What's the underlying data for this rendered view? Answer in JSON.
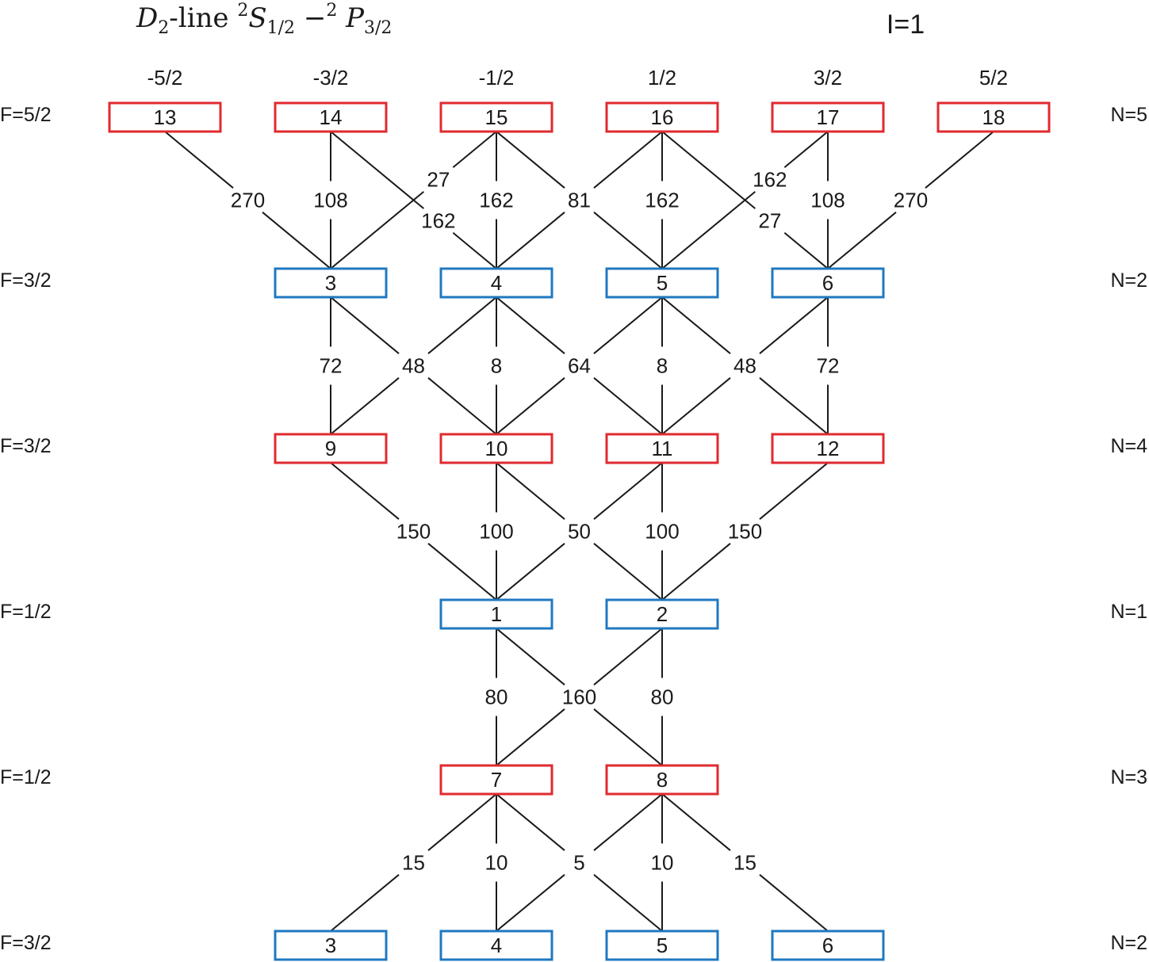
{
  "title": {
    "prefix": "D",
    "prefix_sub": "2",
    "line_word": "-line ",
    "s_sup": "2",
    "s_sym": "S",
    "s_sub": "1/2",
    "dash": " −",
    "p_sup": "2",
    "p_sym": " P",
    "p_sub": "3/2"
  },
  "nuclear_spin_label": "I=1",
  "mf_labels": [
    "-5/2",
    "-3/2",
    "-1/2",
    "1/2",
    "3/2",
    "5/2"
  ],
  "colors": {
    "excited": "#e02a2f",
    "ground": "#1f78c1",
    "line": "#1a1a1a"
  },
  "rows": [
    {
      "f_label": "F=5/2",
      "n_label": "N=5",
      "color": "excited",
      "levels": [
        {
          "col": 0,
          "label": "13"
        },
        {
          "col": 1,
          "label": "14"
        },
        {
          "col": 2,
          "label": "15"
        },
        {
          "col": 3,
          "label": "16"
        },
        {
          "col": 4,
          "label": "17"
        },
        {
          "col": 5,
          "label": "18"
        }
      ]
    },
    {
      "f_label": "F=3/2",
      "n_label": "N=2",
      "color": "ground",
      "levels": [
        {
          "col": 1,
          "label": "3"
        },
        {
          "col": 2,
          "label": "4"
        },
        {
          "col": 3,
          "label": "5"
        },
        {
          "col": 4,
          "label": "6"
        }
      ]
    },
    {
      "f_label": "F=3/2",
      "n_label": "N=4",
      "color": "excited",
      "levels": [
        {
          "col": 1,
          "label": "9"
        },
        {
          "col": 2,
          "label": "10"
        },
        {
          "col": 3,
          "label": "11"
        },
        {
          "col": 4,
          "label": "12"
        }
      ]
    },
    {
      "f_label": "F=1/2",
      "n_label": "N=1",
      "color": "ground",
      "levels": [
        {
          "col": 2,
          "label": "1"
        },
        {
          "col": 3,
          "label": "2"
        }
      ]
    },
    {
      "f_label": "F=1/2",
      "n_label": "N=3",
      "color": "excited",
      "levels": [
        {
          "col": 2,
          "label": "7"
        },
        {
          "col": 3,
          "label": "8"
        }
      ]
    },
    {
      "f_label": "F=3/2",
      "n_label": "N=2",
      "color": "ground",
      "levels": [
        {
          "col": 1,
          "label": "3"
        },
        {
          "col": 2,
          "label": "4"
        },
        {
          "col": 3,
          "label": "5"
        },
        {
          "col": 4,
          "label": "6"
        }
      ]
    }
  ],
  "transitions": [
    {
      "from_row": 0,
      "from_col": 0,
      "to_row": 1,
      "to_col": 1,
      "weight": "270"
    },
    {
      "from_row": 0,
      "from_col": 1,
      "to_row": 1,
      "to_col": 1,
      "weight": "108"
    },
    {
      "from_row": 0,
      "from_col": 1,
      "to_row": 1,
      "to_col": 2,
      "weight": "162"
    },
    {
      "from_row": 0,
      "from_col": 2,
      "to_row": 1,
      "to_col": 1,
      "weight": "27"
    },
    {
      "from_row": 0,
      "from_col": 2,
      "to_row": 1,
      "to_col": 2,
      "weight": "162"
    },
    {
      "from_row": 0,
      "from_col": 2,
      "to_row": 1,
      "to_col": 3,
      "weight": "81"
    },
    {
      "from_row": 0,
      "from_col": 3,
      "to_row": 1,
      "to_col": 2,
      "weight": "81"
    },
    {
      "from_row": 0,
      "from_col": 3,
      "to_row": 1,
      "to_col": 3,
      "weight": "162"
    },
    {
      "from_row": 0,
      "from_col": 3,
      "to_row": 1,
      "to_col": 4,
      "weight": "27"
    },
    {
      "from_row": 0,
      "from_col": 4,
      "to_row": 1,
      "to_col": 3,
      "weight": "162"
    },
    {
      "from_row": 0,
      "from_col": 4,
      "to_row": 1,
      "to_col": 4,
      "weight": "108"
    },
    {
      "from_row": 0,
      "from_col": 5,
      "to_row": 1,
      "to_col": 4,
      "weight": "270"
    },
    {
      "from_row": 1,
      "from_col": 1,
      "to_row": 2,
      "to_col": 1,
      "weight": "72"
    },
    {
      "from_row": 1,
      "from_col": 1,
      "to_row": 2,
      "to_col": 2,
      "weight": "48"
    },
    {
      "from_row": 1,
      "from_col": 2,
      "to_row": 2,
      "to_col": 1,
      "weight": "48"
    },
    {
      "from_row": 1,
      "from_col": 2,
      "to_row": 2,
      "to_col": 2,
      "weight": "8"
    },
    {
      "from_row": 1,
      "from_col": 2,
      "to_row": 2,
      "to_col": 3,
      "weight": "64"
    },
    {
      "from_row": 1,
      "from_col": 3,
      "to_row": 2,
      "to_col": 2,
      "weight": "64"
    },
    {
      "from_row": 1,
      "from_col": 3,
      "to_row": 2,
      "to_col": 3,
      "weight": "8"
    },
    {
      "from_row": 1,
      "from_col": 3,
      "to_row": 2,
      "to_col": 4,
      "weight": "48"
    },
    {
      "from_row": 1,
      "from_col": 4,
      "to_row": 2,
      "to_col": 3,
      "weight": "48"
    },
    {
      "from_row": 1,
      "from_col": 4,
      "to_row": 2,
      "to_col": 4,
      "weight": "72"
    },
    {
      "from_row": 2,
      "from_col": 1,
      "to_row": 3,
      "to_col": 2,
      "weight": "150"
    },
    {
      "from_row": 2,
      "from_col": 2,
      "to_row": 3,
      "to_col": 2,
      "weight": "100"
    },
    {
      "from_row": 2,
      "from_col": 2,
      "to_row": 3,
      "to_col": 3,
      "weight": "50"
    },
    {
      "from_row": 2,
      "from_col": 3,
      "to_row": 3,
      "to_col": 2,
      "weight": "50"
    },
    {
      "from_row": 2,
      "from_col": 3,
      "to_row": 3,
      "to_col": 3,
      "weight": "100"
    },
    {
      "from_row": 2,
      "from_col": 4,
      "to_row": 3,
      "to_col": 3,
      "weight": "150"
    },
    {
      "from_row": 3,
      "from_col": 2,
      "to_row": 4,
      "to_col": 2,
      "weight": "80"
    },
    {
      "from_row": 3,
      "from_col": 2,
      "to_row": 4,
      "to_col": 3,
      "weight": "160"
    },
    {
      "from_row": 3,
      "from_col": 3,
      "to_row": 4,
      "to_col": 2,
      "weight": "160"
    },
    {
      "from_row": 3,
      "from_col": 3,
      "to_row": 4,
      "to_col": 3,
      "weight": "80"
    },
    {
      "from_row": 4,
      "from_col": 2,
      "to_row": 5,
      "to_col": 1,
      "weight": "15"
    },
    {
      "from_row": 4,
      "from_col": 2,
      "to_row": 5,
      "to_col": 2,
      "weight": "10"
    },
    {
      "from_row": 4,
      "from_col": 2,
      "to_row": 5,
      "to_col": 3,
      "weight": "5"
    },
    {
      "from_row": 4,
      "from_col": 3,
      "to_row": 5,
      "to_col": 2,
      "weight": "5"
    },
    {
      "from_row": 4,
      "from_col": 3,
      "to_row": 5,
      "to_col": 3,
      "weight": "10"
    },
    {
      "from_row": 4,
      "from_col": 3,
      "to_row": 5,
      "to_col": 4,
      "weight": "15"
    }
  ]
}
